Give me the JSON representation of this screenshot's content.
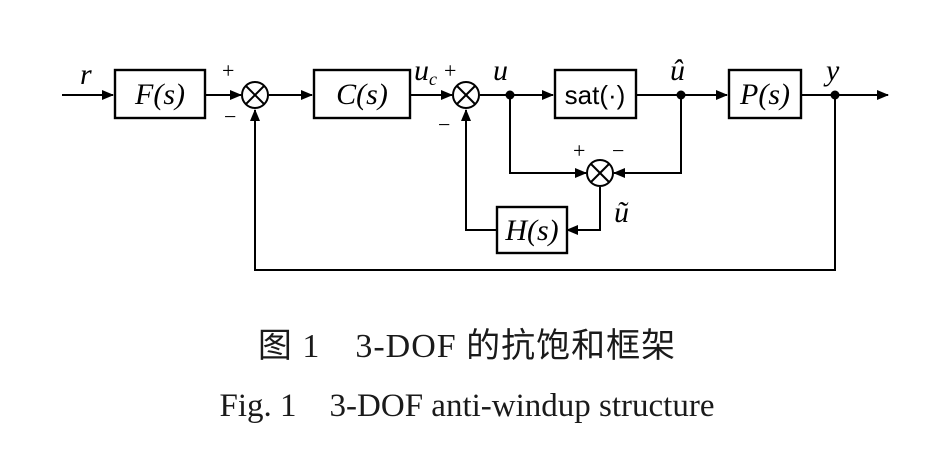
{
  "blocks": {
    "F": "F(s)",
    "C": "C(s)",
    "sat": "sat(·)",
    "P": "P(s)",
    "H": "H(s)"
  },
  "signals": {
    "r": "r",
    "uc": "u",
    "uc_sub": "c",
    "u": "u",
    "u_hat": "û",
    "y": "y",
    "u_tilde": "ũ"
  },
  "signs": {
    "s1_plus": "+",
    "s1_minus": "−",
    "s2_plus": "+",
    "s2_minus": "−",
    "s3_plus": "+",
    "s3_minus": "−"
  },
  "caption": {
    "cn": "图 1　3-DOF 的抗饱和框架",
    "en": "Fig. 1　3-DOF anti-windup structure"
  }
}
